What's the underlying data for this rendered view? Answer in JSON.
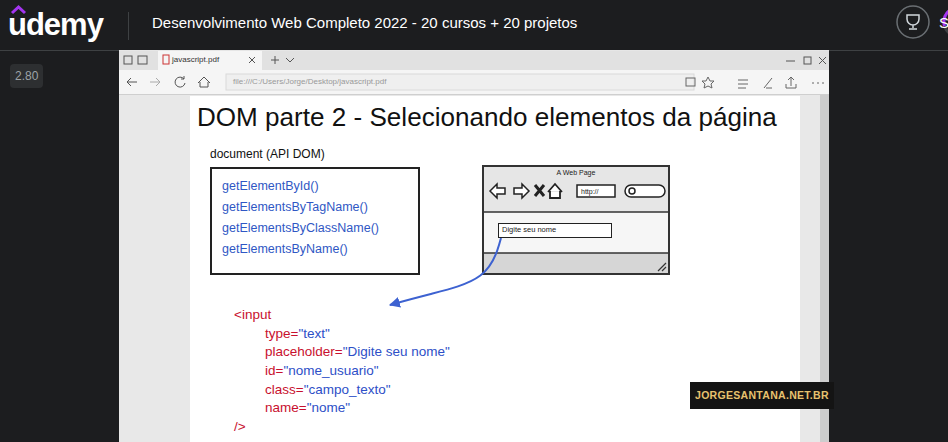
{
  "diagram": {
    "title": "DOM parte 2 - Selecionando elementos da página",
    "nodes": [
      {
        "text": [
          "document (API DOM)",
          "getElementById()",
          "getElementsByTagName()",
          "getElementsByClassName()",
          "getElementsByName()"
        ]
      },
      {
        "text": [
          "A Web Page",
          "http://"
        ]
      },
      {
        "text": [
          "Digite seu nome"
        ],
        "in": 1
      },
      {
        "text": [
          "<input",
          "type=",
          "\"text\"",
          "placeholder=",
          "\"Digite seu nome\"",
          "id=",
          "\"nome_usuario\"",
          "class=",
          "\"campo_texto\"",
          "name=",
          "\"nome\"",
          "/>"
        ]
      }
    ],
    "edges": [
      {
        "from": 2,
        "to": 3,
        "arrow": "to"
      }
    ],
    "labels": [
      "udemy",
      "Desenvolvimento Web Completo 2022 - 20 cursos + 20 projetos",
      "S",
      "2.80",
      "javascript.pdf",
      "file:///C:/Users/Jorge/Desktop/javascript.pdf",
      "JORGESANTANA.NET.BR"
    ]
  }
}
